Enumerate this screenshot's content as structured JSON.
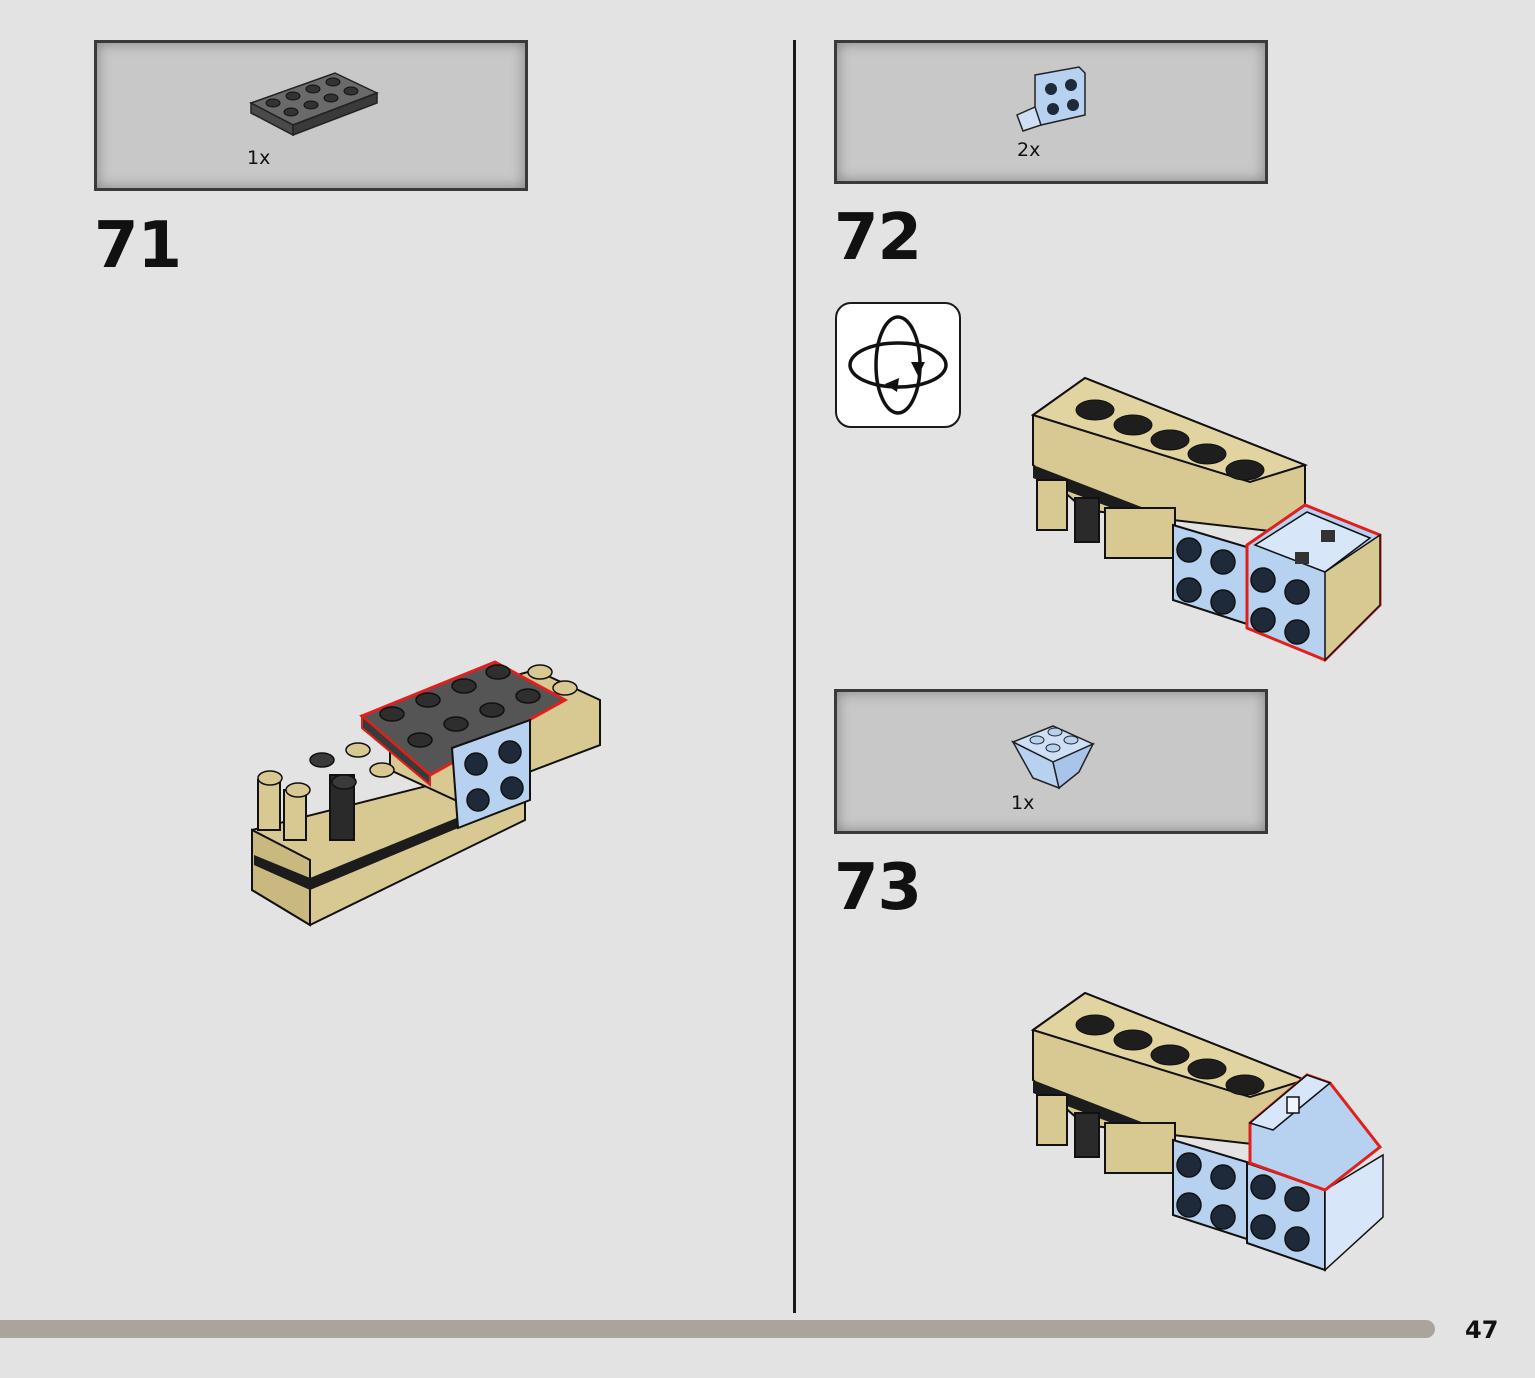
{
  "steps": [
    {
      "number": "71",
      "part_qty": "1x",
      "part": "dark-gray-plate-2x4-icon"
    },
    {
      "number": "72",
      "part_qty": "2x",
      "part": "light-blue-bracket-icon",
      "note_icon": "rotate-model-icon"
    },
    {
      "number": "73",
      "part_qty": "1x",
      "part": "light-blue-inverted-slope-icon"
    }
  ],
  "page": {
    "number": "47"
  },
  "colors": {
    "background": "#e3e3e3",
    "parts_box": "#c8c8c8",
    "tan": "#d8c892",
    "light_blue": "#b7d1f0",
    "dark_gray": "#555555",
    "highlight": "#e0201c"
  }
}
